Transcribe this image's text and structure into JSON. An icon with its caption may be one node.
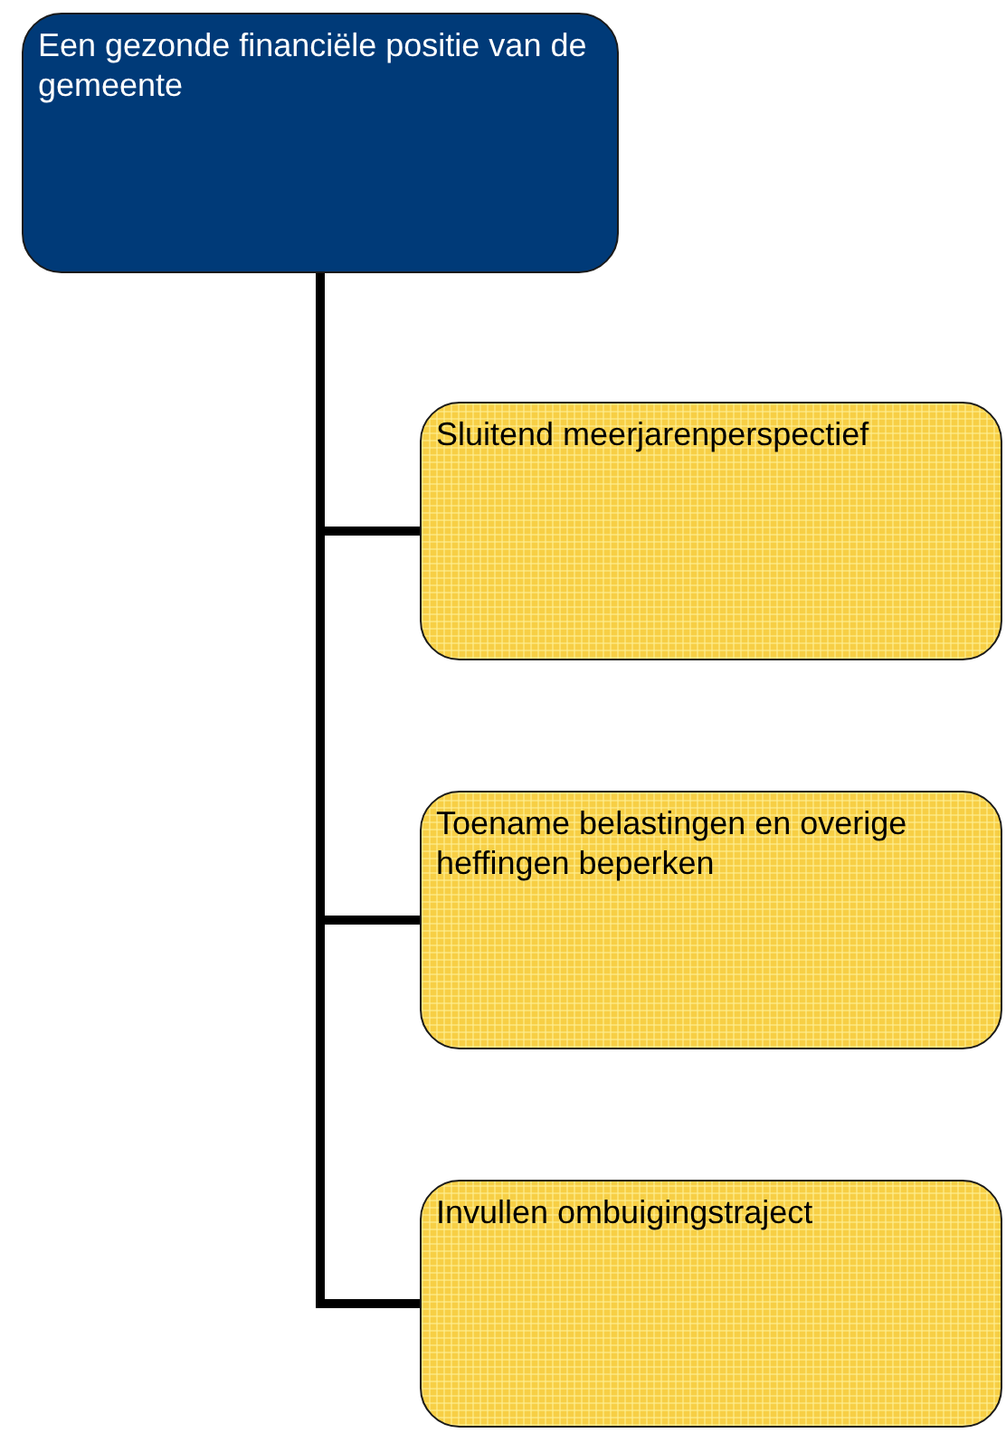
{
  "diagram": {
    "nodes": [
      {
        "text": [
          "Een gezonde financiële positie van de gemeente"
        ]
      },
      {
        "text": [
          "Sluitend meerjarenperspectief"
        ]
      },
      {
        "text": [
          "Toename belastingen en overige heffingen beperken"
        ]
      },
      {
        "text": [
          "Invullen ombuigingstraject"
        ]
      }
    ],
    "edges": [
      {
        "from": 0,
        "to": 1,
        "arrow": "none"
      },
      {
        "from": 0,
        "to": 2,
        "arrow": "none"
      },
      {
        "from": 0,
        "to": 3,
        "arrow": "none"
      }
    ]
  }
}
